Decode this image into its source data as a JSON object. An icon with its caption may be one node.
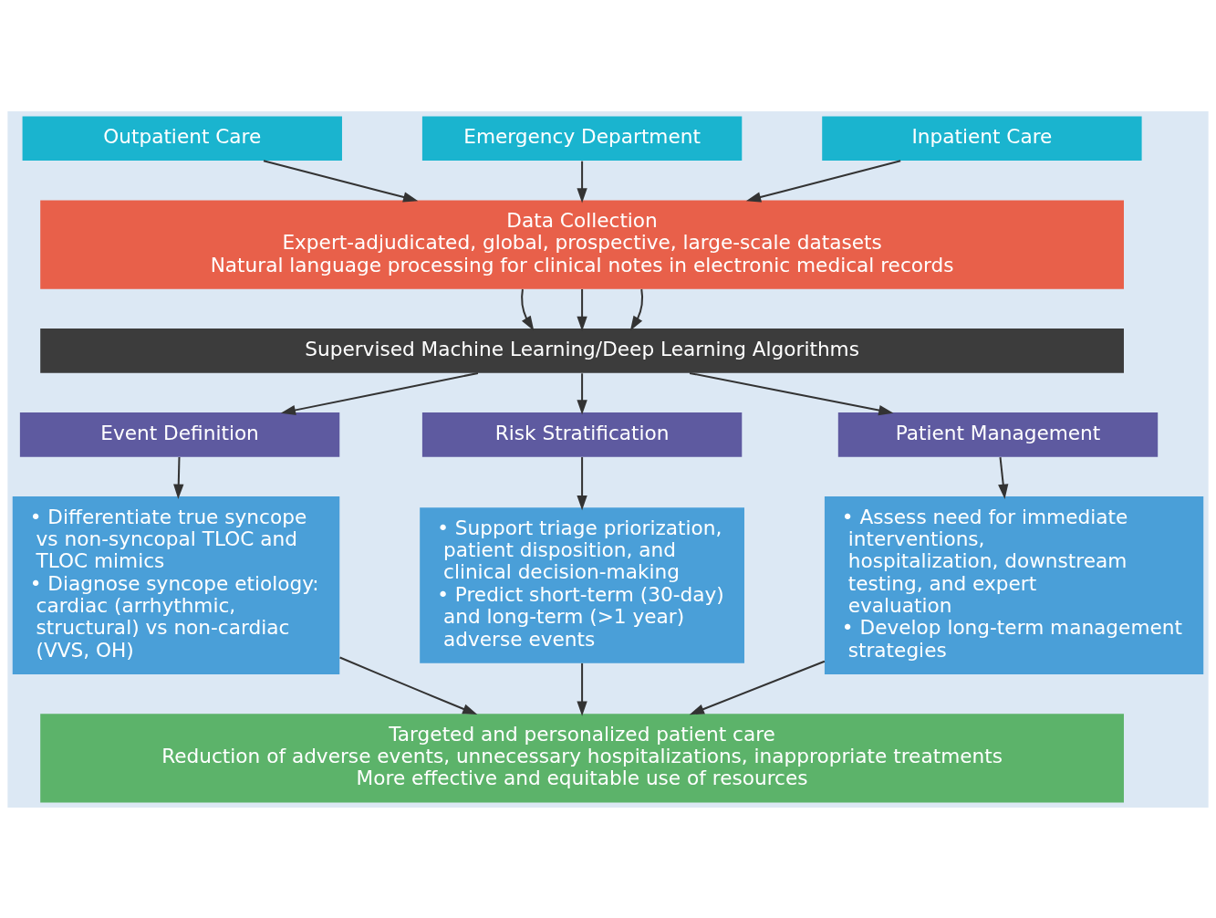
{
  "diagram": {
    "nodes": [
      {
        "text": [
          "Outpatient Care"
        ]
      },
      {
        "text": [
          "Emergency Department"
        ]
      },
      {
        "text": [
          "Inpatient Care"
        ]
      },
      {
        "text": [
          "Data Collection",
          "Expert-adjudicated, global, prospective, large-scale datasets",
          "Natural language processing for clinical notes in electronic medical records"
        ]
      },
      {
        "text": [
          "Supervised Machine Learning/Deep Learning Algorithms"
        ]
      },
      {
        "text": [
          "Event Definition"
        ]
      },
      {
        "text": [
          "Risk Stratification"
        ]
      },
      {
        "text": [
          "Patient Management"
        ]
      },
      {
        "text": [
          "• Differentiate true syncope vs non-syncopal TLOC and TLOC mimics",
          "• Diagnose syncope etiology: cardiac (arrhythmic, structural) vs non-cardiac (VVS, OH)"
        ]
      },
      {
        "text": [
          "• Support triage priorization, patient disposition, and clinical decision-making",
          "• Predict short-term (30-day) and long-term (>1 year) adverse events"
        ]
      },
      {
        "text": [
          "• Assess need for immediate interventions, hospitalization, downstream testing, and expert evaluation",
          "• Develop long-term management strategies"
        ]
      },
      {
        "text": [
          "Targeted and personalized patient care",
          "Reduction of adverse events, unnecessary hospitalizations, inappropriate treatments",
          "More effective and equitable use of resources"
        ]
      }
    ],
    "edges": [
      {
        "from": 0,
        "to": 3,
        "arrow": "to"
      },
      {
        "from": 1,
        "to": 3,
        "arrow": "to"
      },
      {
        "from": 2,
        "to": 3,
        "arrow": "to"
      },
      {
        "from": 3,
        "to": 4,
        "arrow": "to"
      },
      {
        "from": 3,
        "to": 4,
        "arrow": "to"
      },
      {
        "from": 3,
        "to": 4,
        "arrow": "to"
      },
      {
        "from": 4,
        "to": 5,
        "arrow": "to"
      },
      {
        "from": 4,
        "to": 6,
        "arrow": "to"
      },
      {
        "from": 4,
        "to": 7,
        "arrow": "to"
      },
      {
        "from": 5,
        "to": 8,
        "arrow": "to"
      },
      {
        "from": 6,
        "to": 9,
        "arrow": "to"
      },
      {
        "from": 7,
        "to": 10,
        "arrow": "to"
      },
      {
        "from": 8,
        "to": 11,
        "arrow": "to"
      },
      {
        "from": 9,
        "to": 11,
        "arrow": "to"
      },
      {
        "from": 10,
        "to": 11,
        "arrow": "to"
      }
    ]
  }
}
